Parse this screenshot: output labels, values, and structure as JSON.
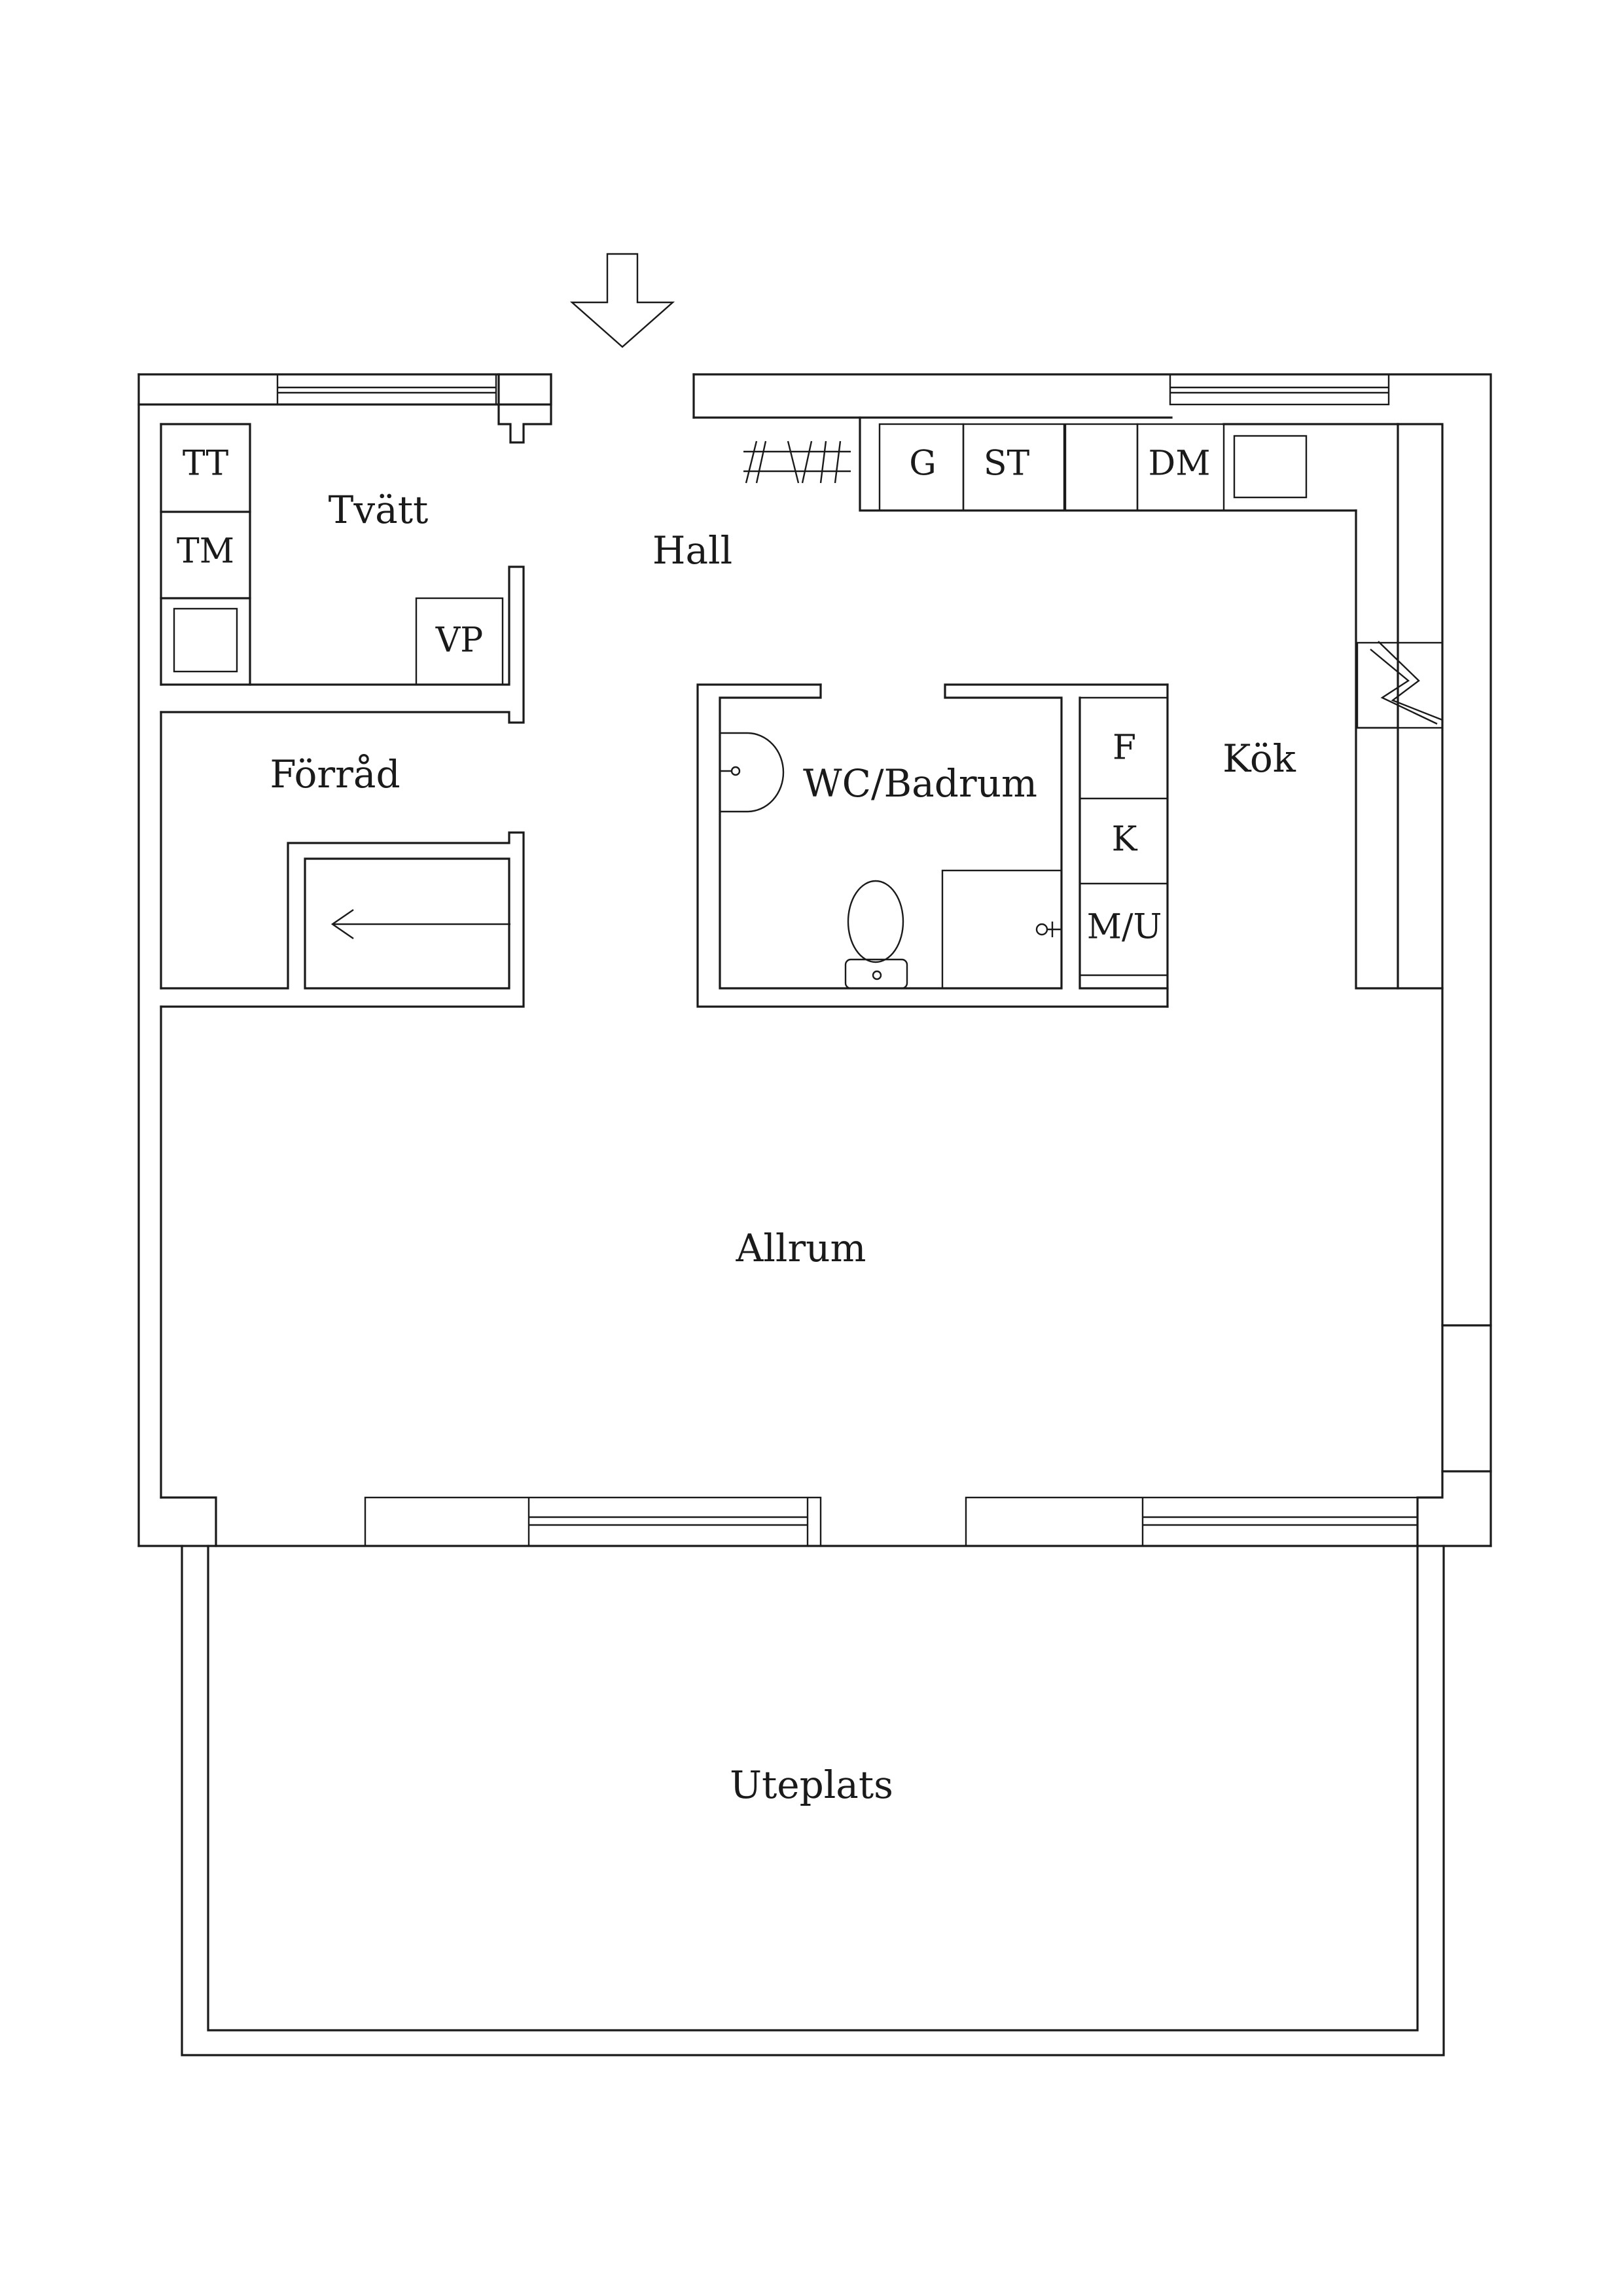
{
  "rooms": {
    "tvatt": "Tvätt",
    "hall": "Hall",
    "forrad": "Förråd",
    "wc_badrum": "WC/Badrum",
    "kok": "Kök",
    "allrum": "Allrum",
    "uteplats": "Uteplats"
  },
  "appliances": {
    "tt": "TT",
    "tm": "TM",
    "vp": "VP",
    "g": "G",
    "st": "ST",
    "dm": "DM",
    "f": "F",
    "k": "K",
    "mu": "M/U"
  },
  "icons": {
    "entrance": "entrance-arrow-icon",
    "stove": "stove-icon",
    "sink": "washbasin-icon",
    "toilet": "toilet-icon",
    "shower": "shower-icon",
    "electrical": "electrical-cabinet-icon",
    "wardrobe": "wardrobe-icon",
    "sliding_door": "sliding-door-arrow-icon"
  }
}
